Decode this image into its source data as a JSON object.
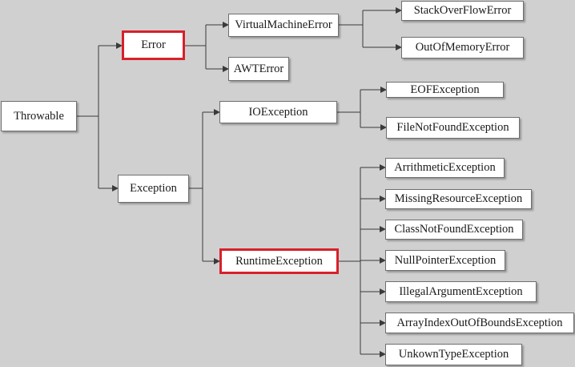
{
  "colors": {
    "background": "#d0d0d0",
    "box_fill": "#ffffff",
    "box_border": "#6e6e6e",
    "highlight": "#d8202a",
    "connector": "#3a3a3a"
  },
  "nodes": {
    "throwable": "Throwable",
    "error": "Error",
    "exception": "Exception",
    "virtual_machine_error": "VirtualMachineError",
    "awt_error": "AWTError",
    "stack_overflow_error": "StackOverFlowError",
    "out_of_memory_error": "OutOfMemoryError",
    "io_exception": "IOException",
    "eof_exception": "EOFException",
    "file_not_found_exception": "FileNotFoundException",
    "runtime_exception": "RuntimeException",
    "arithmetic_exception": "ArrithmeticException",
    "missing_resource_exception": "MissingResourceException",
    "class_not_found_exception": "ClassNotFoundException",
    "null_pointer_exception": "NullPointerException",
    "illegal_argument_exception": "IllegalArgumentException",
    "array_index_out_of_bounds_exception": "ArrayIndexOutOfBoundsException",
    "unknown_type_exception": "UnkownTypeException"
  },
  "highlighted": [
    "error",
    "runtime_exception"
  ]
}
